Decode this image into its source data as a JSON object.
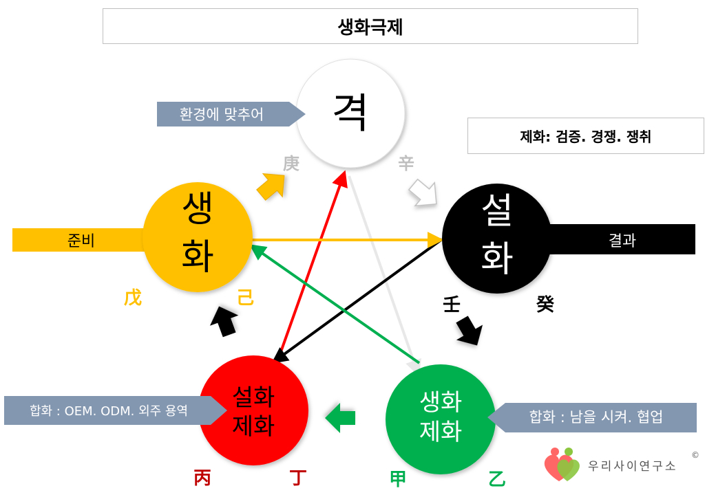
{
  "title": "생화극제",
  "rule": "제화: 검증. 경쟁. 쟁취",
  "colors": {
    "yellow": "#ffc000",
    "black": "#000000",
    "red": "#ff0000",
    "green": "#00b050",
    "gray": "#8497b0",
    "white_stroke": "#f2f2f2"
  },
  "nodes": {
    "top": {
      "text": "격"
    },
    "left": {
      "line1": "생",
      "line2": "화"
    },
    "right": {
      "line1": "설",
      "line2": "화"
    },
    "bl": {
      "line1": "설화",
      "line2": "제화"
    },
    "br": {
      "line1": "생화",
      "line2": "제화"
    }
  },
  "callouts": {
    "top_left": "환경에 맞추어",
    "left_bar": "준비",
    "right_bar": "결과",
    "bl": "합화 : OEM. ODM. 외주 용역",
    "br": "합화 : 남을 시켜. 협업"
  },
  "stems": {
    "geng": "庚",
    "xin": "辛",
    "wu": "戊",
    "ji": "己",
    "ren": "壬",
    "gui": "癸",
    "bing": "丙",
    "ding": "丁",
    "jia": "甲",
    "yi": "乙"
  },
  "logo": {
    "text": "우리사이연구소",
    "mark": "©"
  }
}
